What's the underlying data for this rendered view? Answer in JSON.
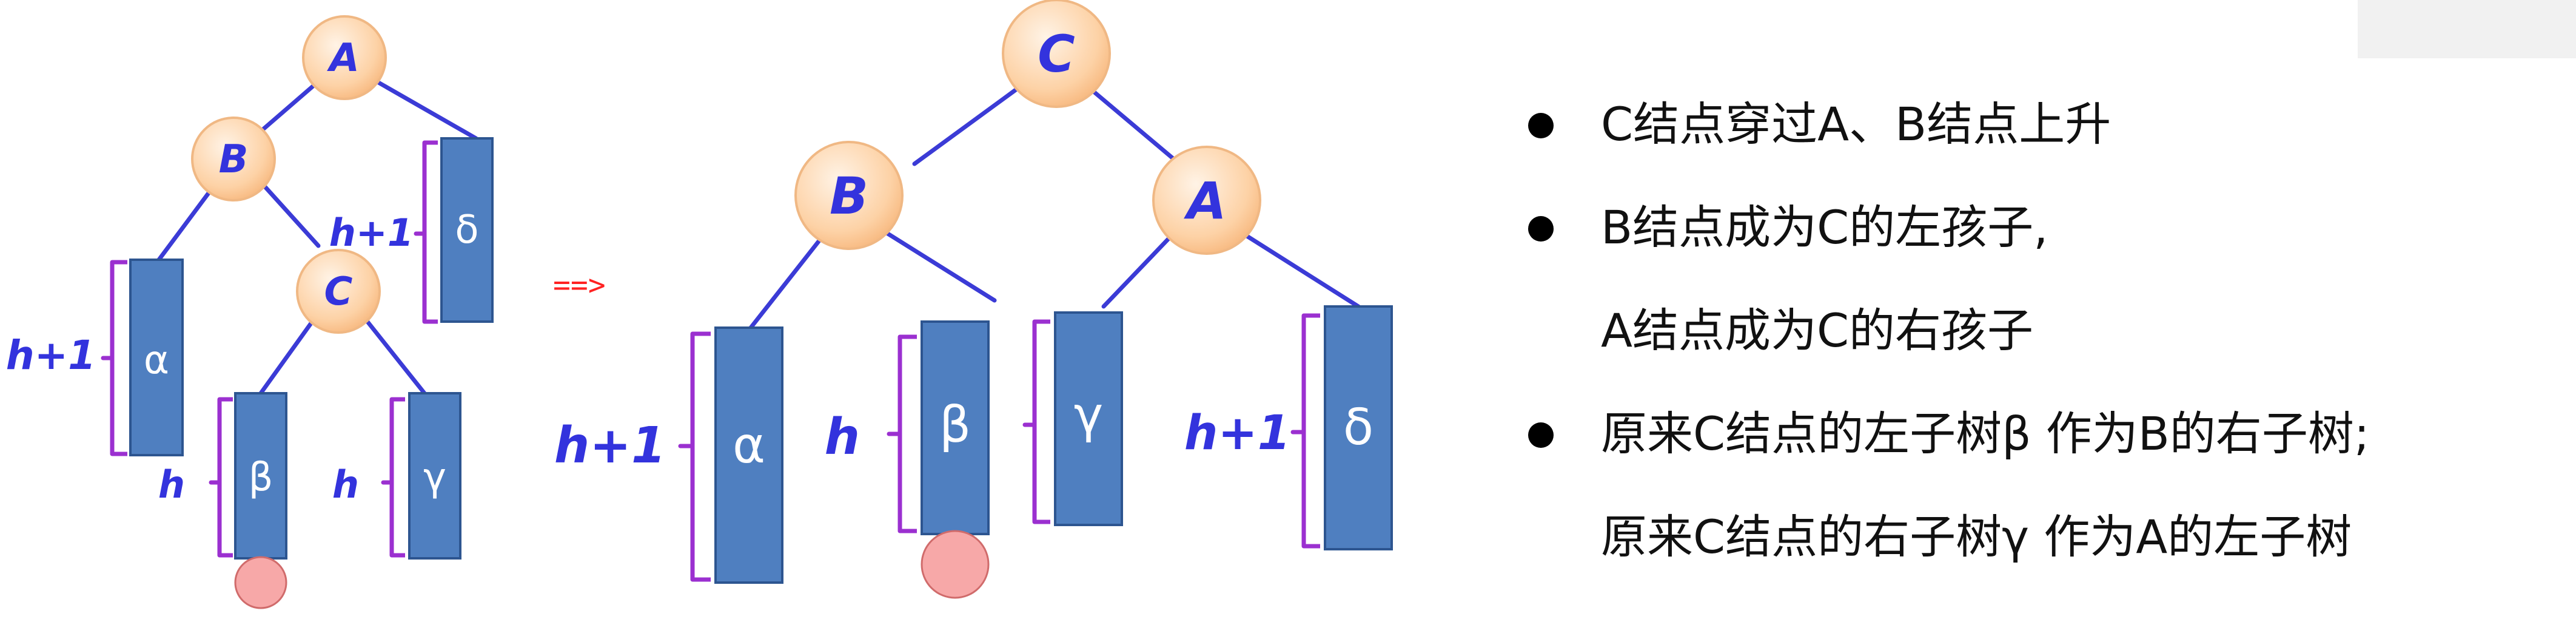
{
  "diagram": {
    "before": {
      "nodes": {
        "a": "A",
        "b": "B",
        "c": "C"
      },
      "subtrees": {
        "alpha": "α",
        "beta": "β",
        "gamma": "γ",
        "delta": "δ"
      },
      "heights": {
        "alpha": "h+1",
        "beta": "h",
        "gamma": "h",
        "delta": "h+1"
      }
    },
    "arrow": "==>",
    "after": {
      "nodes": {
        "c": "C",
        "b": "B",
        "a": "A"
      },
      "subtrees": {
        "alpha": "α",
        "beta": "β",
        "gamma": "γ",
        "delta": "δ"
      },
      "heights": {
        "alpha": "h+1",
        "beta": "h",
        "delta": "h+1"
      }
    }
  },
  "explanation": {
    "bullets": [
      {
        "text": "C结点穿过A、B结点上升"
      },
      {
        "text": "B结点成为C的左孩子,",
        "continuation": "A结点成为C的右孩子"
      },
      {
        "text": "原来C结点的左子树β 作为B的右子树;",
        "continuation": "原来C结点的右子树γ 作为A的左子树"
      }
    ]
  },
  "colors": {
    "node_fill": "#fdd9b5",
    "node_text": "#3333dd",
    "edge": "#3b3bd6",
    "subtree_fill": "#4f7fc0",
    "brace": "#9b30d0",
    "arrow": "#ff2222",
    "inserted_node": "#f7a8a8"
  }
}
